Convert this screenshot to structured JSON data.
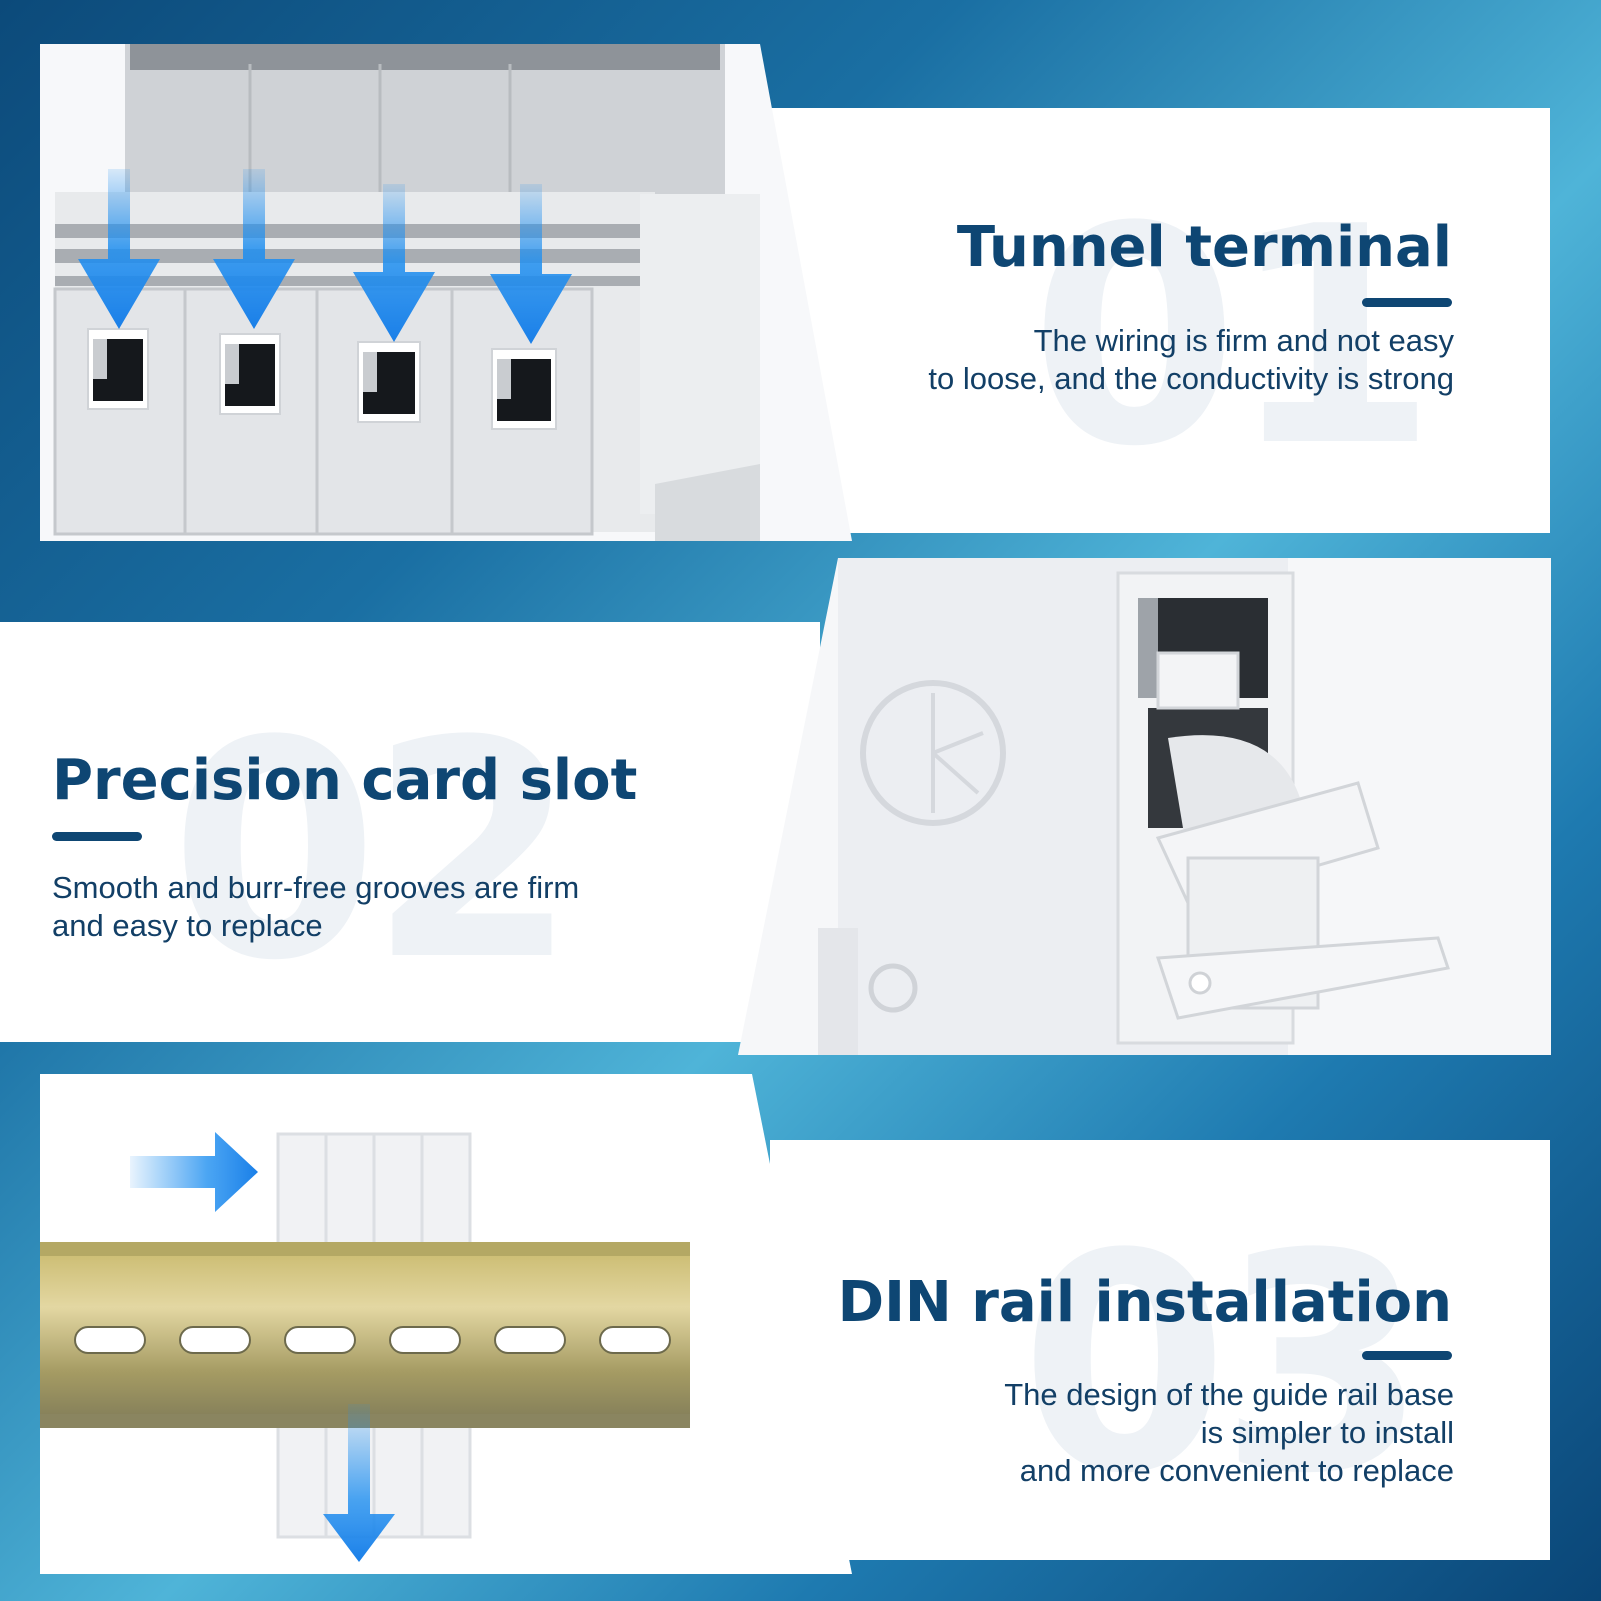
{
  "colors": {
    "accent": "#0e4673",
    "arrow_blue": "#1f8ff0",
    "panel": "#ffffff",
    "background_dark": "#0c4a7a",
    "background_light": "#4fb4d8"
  },
  "sections": [
    {
      "number": "01",
      "title": "Tunnel terminal",
      "desc_lines": [
        "The wiring is firm and not easy",
        "to loose, and the conductivity is strong"
      ]
    },
    {
      "number": "02",
      "title": "Precision card slot",
      "desc_lines": [
        "Smooth and burr-free grooves are firm",
        "and easy to replace"
      ]
    },
    {
      "number": "03",
      "title": "DIN rail installation",
      "desc_lines": [
        "The design of the guide rail base",
        "is simpler to install",
        "and more convenient to replace"
      ]
    }
  ]
}
